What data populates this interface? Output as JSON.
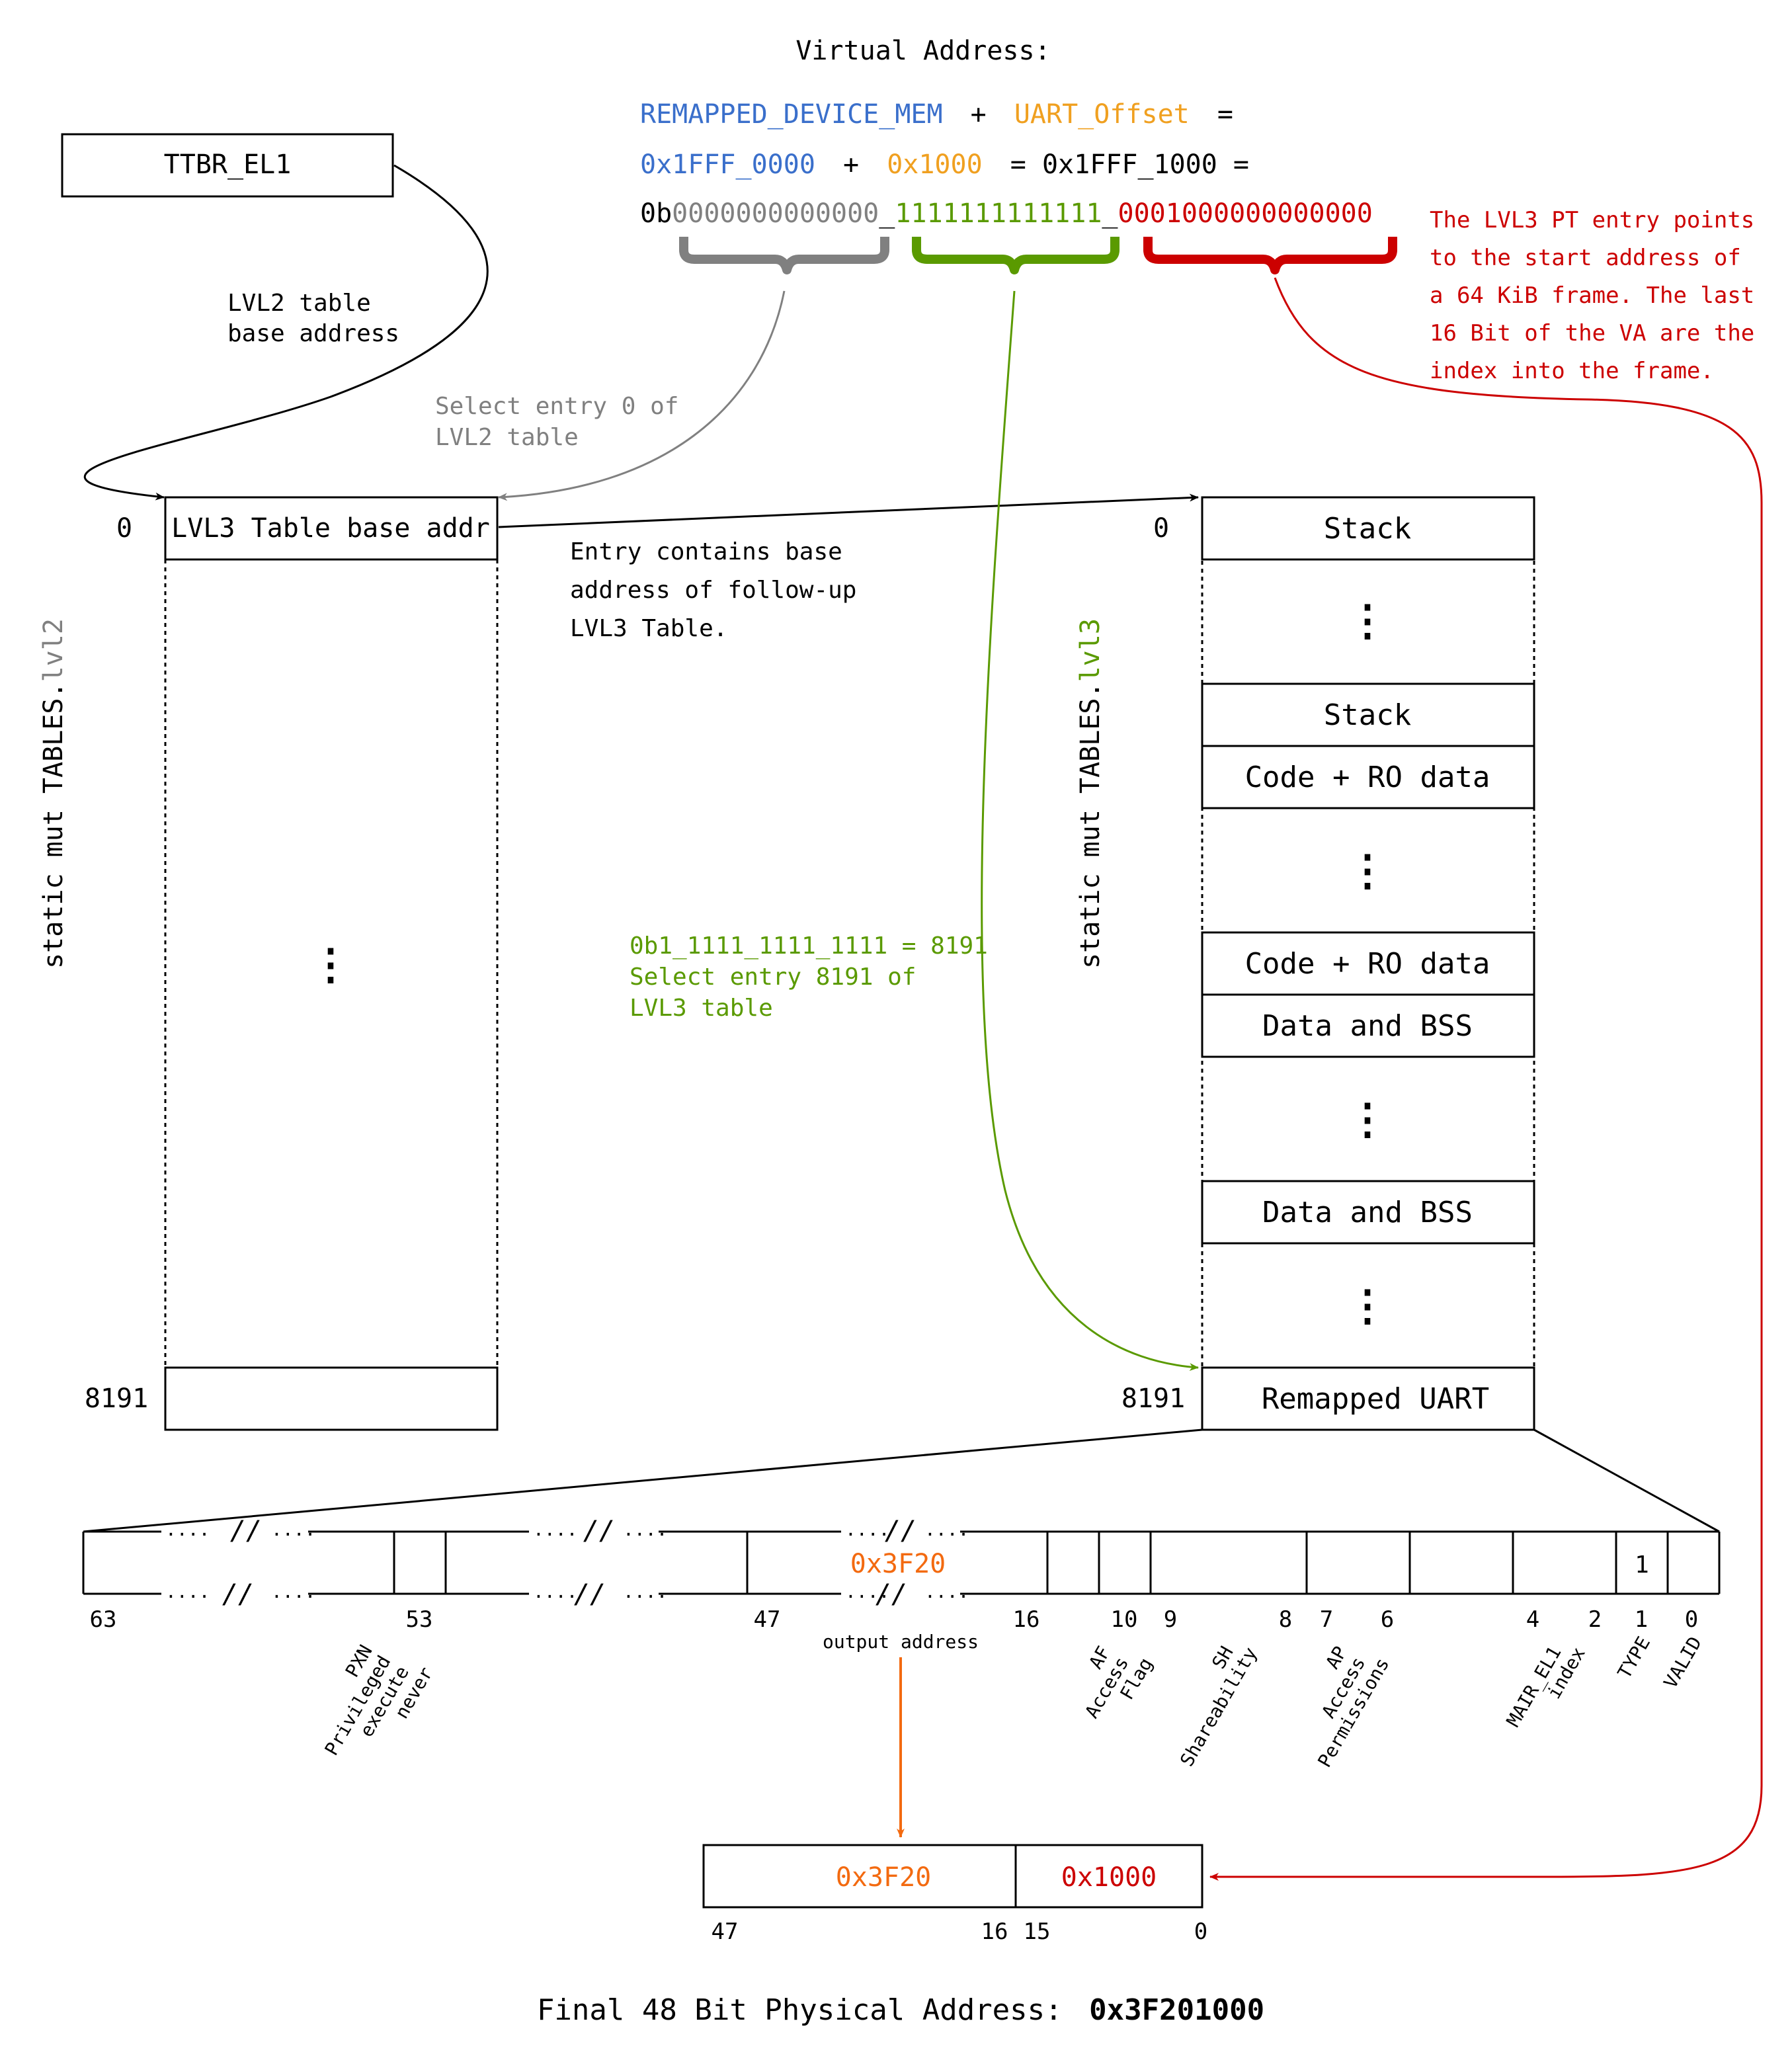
{
  "colors": {
    "black": "#000000",
    "blue": "#3a6fcb",
    "orange": "#f0a020",
    "gray": "#808080",
    "green": "#5a9a00",
    "red": "#cc0000",
    "orange_out": "#f36a10"
  },
  "header": {
    "title": "Virtual Address:",
    "line1": {
      "mem": "REMAPPED_DEVICE_MEM",
      "plus": "+",
      "offset": "UART_Offset",
      "eq": "="
    },
    "line2": {
      "a": "0x1FFF_0000",
      "plus": "+",
      "b": "0x1000",
      "rest": "= 0x1FFF_1000 ="
    },
    "binary": {
      "prefix": "0b",
      "gray": "0000000000000",
      "sep1": "_",
      "green": "1111111111111",
      "sep2": "_",
      "red": "0001000000000000"
    }
  },
  "annotations": {
    "red_note": [
      "The LVL3 PT entry points",
      "to the start address of",
      "a 64 KiB frame. The last",
      "16 Bit of the VA are the",
      "index into the frame."
    ],
    "ttbr": "TTBR_EL1",
    "lvl2_base": [
      "LVL2 table",
      "base address"
    ],
    "select_entry0": [
      "Select entry 0 of",
      "LVL2 table"
    ],
    "entry_contains": [
      "Entry contains base",
      "address of follow-up",
      "LVL3 Table."
    ],
    "green_note": [
      "0b1_1111_1111_1111 = 8191",
      "Select entry 8191 of",
      "LVL3 table"
    ]
  },
  "lvl2": {
    "side_label_black": "static mut TABLES.",
    "side_label_gray": "lvl2",
    "index_top": "0",
    "index_bottom": "8191",
    "entry0": "LVL3 Table base addr",
    "ellipsis": "⋮"
  },
  "lvl3": {
    "side_label_black": "static mut TABLES.",
    "side_label_gray": "lvl3",
    "index_top": "0",
    "index_bottom": "8191",
    "entries": [
      "Stack",
      "Stack",
      "Code + RO data",
      "Code + RO data",
      "Data and BSS",
      "Data and BSS",
      "Remapped UART"
    ],
    "ellipsis": "⋮"
  },
  "descriptor": {
    "dots": "....",
    "break": "//",
    "output_value": "0x3F20",
    "type_value": "1",
    "bit_numbers": [
      "63",
      "53",
      "47",
      "16",
      "10",
      "9",
      "8",
      "7",
      "6",
      "4",
      "2",
      "1",
      "0"
    ],
    "output_address_label": "output address",
    "field_labels": {
      "pxn": [
        "PXN",
        "Privileged",
        "execute",
        "never"
      ],
      "af": [
        "AF",
        "Access",
        "Flag"
      ],
      "sh": [
        "SH",
        "Shareability"
      ],
      "ap": [
        "AP",
        "Access",
        "Permissions"
      ],
      "mair": [
        "MAIR_EL1",
        "index"
      ],
      "type": [
        "TYPE"
      ],
      "valid": [
        "VALID"
      ]
    }
  },
  "physical": {
    "high": "0x3F20",
    "low": "0x1000",
    "bits": [
      "47",
      "16",
      "15",
      "0"
    ],
    "final_label": "Final 48 Bit Physical Address:",
    "final_value": "0x3F201000"
  }
}
